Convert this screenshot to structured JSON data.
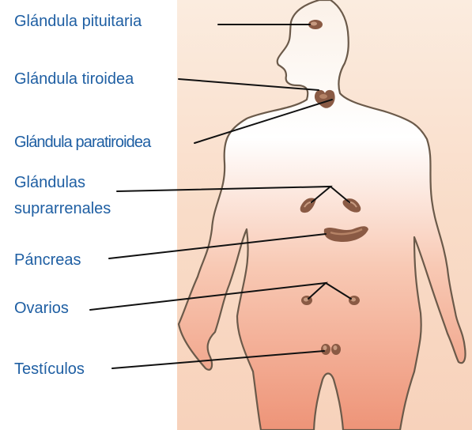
{
  "colors": {
    "label_text": "#1f5fa3",
    "leader_line": "#111111",
    "body_outline": "#6b5a4a",
    "skin_top": "#ffffff",
    "skin_bottom": "#ee9a80",
    "gland_fill": "#8a5a44",
    "gland_highlight": "#c79a80"
  },
  "labels": {
    "pituitary": "Glándula pituitaria",
    "thyroid": "Glándula tiroidea",
    "parathyroid": "Glándula paratiroidea",
    "adrenal_line1": "Glándulas",
    "adrenal_line2": "suprarrenales",
    "pancreas": "Páncreas",
    "ovaries": "Ovarios",
    "testicles": "Testículos"
  },
  "icons": [
    "pituitary-gland",
    "thyroid-gland",
    "adrenal-gland",
    "pancreas",
    "ovary",
    "testicle"
  ]
}
